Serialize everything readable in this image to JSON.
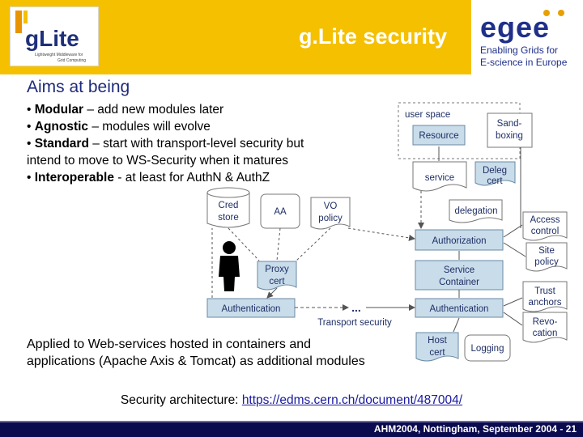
{
  "header": {
    "title": "g.Lite security",
    "glite_logo": {
      "wordmark": "gLite",
      "tagline_1": "Lightweight Middleware for",
      "tagline_2": "Grid Computing"
    },
    "egee_logo": {
      "wordmark": "egee",
      "tagline_1": "Enabling Grids for",
      "tagline_2": "E-science in Europe"
    },
    "colors": {
      "band": "#f5c000",
      "title": "#ffffff",
      "egee_blue": "#1f2f8a"
    }
  },
  "content": {
    "heading": "Aims at being",
    "bullets": [
      {
        "marker": "•",
        "term": "Modular",
        "text": " – add new modules later"
      },
      {
        "marker": "•",
        "term": "Agnostic",
        "text": " – modules will evolve"
      },
      {
        "marker": "•",
        "term": "Standard",
        "text": " – start with transport-level security but"
      },
      {
        "marker": "",
        "term": "",
        "text": "intend to move to WS-Security when it matures"
      },
      {
        "marker": "•",
        "term": "Interoperable",
        "text": " - at least for AuthN & AuthZ"
      }
    ],
    "applied_line_1": "Applied to Web-services hosted in containers and",
    "applied_line_2": "applications (Apache Axis & Tomcat) as additional modules",
    "architecture_label": "Security architecture: ",
    "architecture_link": "https://edms.cern.ch/document/487004/"
  },
  "diagram": {
    "user_space": "user space",
    "resource": "Resource",
    "sandboxing_1": "Sand-",
    "sandboxing_2": "boxing",
    "service": "service",
    "deleg_1": "Deleg",
    "deleg_2": "cert",
    "delegation": "delegation",
    "access_control_1": "Access",
    "access_control_2": "control",
    "authorization": "Authorization",
    "site_policy_1": "Site",
    "site_policy_2": "policy",
    "service_container_1": "Service",
    "service_container_2": "Container",
    "trust_anchors_1": "Trust",
    "trust_anchors_2": "anchors",
    "authentication_right": "Authentication",
    "revocation_1": "Revo-",
    "revocation_2": "cation",
    "host_cert_1": "Host",
    "host_cert_2": "cert",
    "logging": "Logging",
    "cred_store_1": "Cred",
    "cred_store_2": "store",
    "aa": "AA",
    "vo_policy_1": "VO",
    "vo_policy_2": "policy",
    "proxy_cert_1": "Proxy",
    "proxy_cert_2": "cert",
    "authentication_left": "Authentication",
    "ellipsis": "...",
    "transport_security": "Transport security",
    "colors": {
      "box_fill": "#c8dcea",
      "box_stroke": "#6a8aa4",
      "text": "#1f2f66"
    }
  },
  "footer": {
    "text": "AHM2004, Nottingham, September 2004  - 21",
    "bar_color": "#0a0a4e"
  }
}
